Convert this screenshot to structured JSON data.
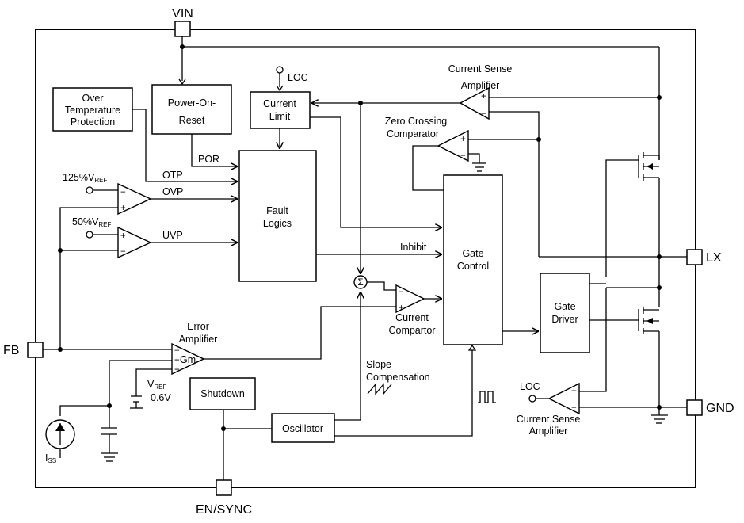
{
  "pins": {
    "vin": "VIN",
    "lx": "LX",
    "fb": "FB",
    "gnd": "GND",
    "en_sync": "EN/SYNC"
  },
  "blocks": {
    "otp_line1": "Over",
    "otp_line2": "Temperature",
    "otp_line3": "Protection",
    "por_line1": "Power-On-",
    "por_line2": "Reset",
    "cl_line1": "Current",
    "cl_line2": "Limit",
    "fault_line1": "Fault",
    "fault_line2": "Logics",
    "gate_line1": "Gate",
    "gate_line2": "Control",
    "driver_line1": "Gate",
    "driver_line2": "Driver",
    "shutdown": "Shutdown",
    "oscillator": "Oscillator"
  },
  "labels": {
    "loc_top": "LOC",
    "loc_bottom": "LOC",
    "csa_top_line1": "Current Sense",
    "csa_top_line2": "Amplifier",
    "zcc_line1": "Zero Crossing",
    "zcc_line2": "Comparator",
    "csa_bot_line1": "Current Sense",
    "csa_bot_line2": "Amplifier",
    "ref125_main": "125%V",
    "ref125_sub": "REF",
    "ref50_main": "50%V",
    "ref50_sub": "REF",
    "otp": "OTP",
    "ovp": "OVP",
    "uvp": "UVP",
    "por": "POR",
    "inhibit": "Inhibit",
    "error_amp_line1": "Error",
    "error_amp_line2": "Amplifier",
    "gm": "Gm",
    "vref_main": "V",
    "vref_sub": "REF",
    "vref_value": "0.6V",
    "current_comp_line1": "Current",
    "current_comp_line2": "Compartor",
    "slope_line1": "Slope",
    "slope_line2": "Compensation",
    "iss_main": "I",
    "iss_sub": "SS",
    "sigma": "Σ",
    "plus": "+",
    "minus": "−"
  }
}
